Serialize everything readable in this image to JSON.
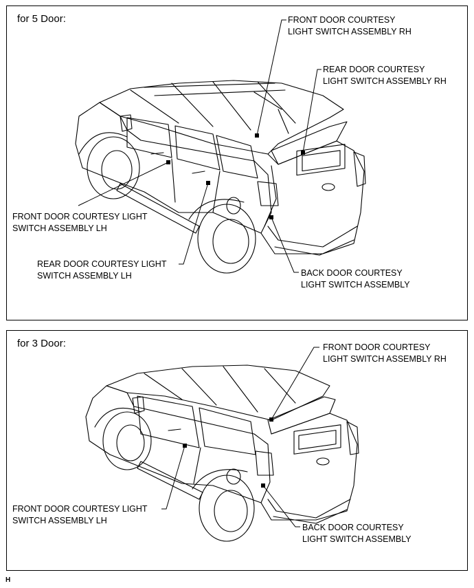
{
  "panel_5door": {
    "title": "for 5 Door:",
    "labels": {
      "front_rh": [
        "FRONT DOOR COURTESY",
        "LIGHT SWITCH ASSEMBLY RH"
      ],
      "rear_rh": [
        "REAR DOOR COURTESY",
        "LIGHT SWITCH ASSEMBLY RH"
      ],
      "front_lh": [
        "FRONT DOOR COURTESY LIGHT",
        "SWITCH ASSEMBLY LH"
      ],
      "rear_lh": [
        "REAR DOOR COURTESY LIGHT",
        "SWITCH ASSEMBLY LH"
      ],
      "back": [
        "BACK DOOR COURTESY",
        "LIGHT SWITCH ASSEMBLY"
      ]
    }
  },
  "panel_3door": {
    "title": "for 3 Door:",
    "labels": {
      "front_rh": [
        "FRONT DOOR COURTESY",
        "LIGHT SWITCH ASSEMBLY RH"
      ],
      "front_lh": [
        "FRONT DOOR COURTESY LIGHT",
        "SWITCH ASSEMBLY LH"
      ],
      "back": [
        "BACK DOOR COURTESY",
        "LIGHT SWITCH ASSEMBLY"
      ]
    }
  },
  "footer_code": "H"
}
